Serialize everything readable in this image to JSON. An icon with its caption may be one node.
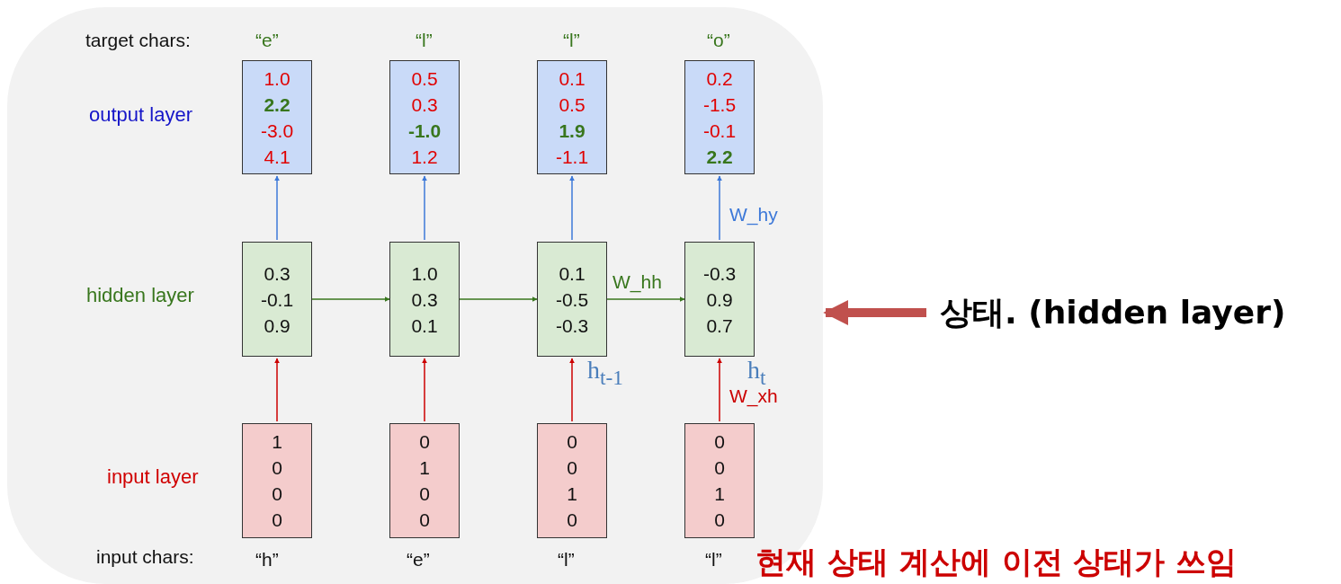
{
  "diagram": {
    "nodes": [
      {
        "text": [
          "1.0",
          "**2.2**",
          "-3.0",
          "4.1"
        ]
      },
      {
        "text": [
          "0.5",
          "0.3",
          "**-1.0**",
          "1.2"
        ]
      },
      {
        "text": [
          "0.1",
          "0.5",
          "**1.9**",
          "-1.1"
        ]
      },
      {
        "text": [
          "0.2",
          "-1.5",
          "-0.1",
          "**2.2**"
        ]
      },
      {
        "text": [
          "0.3",
          "-0.1",
          "0.9"
        ]
      },
      {
        "text": [
          "1.0",
          "0.3",
          "0.1"
        ]
      },
      {
        "text": [
          "0.1",
          "-0.5",
          "-0.3"
        ]
      },
      {
        "text": [
          "-0.3",
          "0.9",
          "0.7"
        ]
      },
      {
        "text": [
          "1",
          "0",
          "0",
          "0"
        ]
      },
      {
        "text": [
          "0",
          "1",
          "0",
          "0"
        ]
      },
      {
        "text": [
          "0",
          "0",
          "1",
          "0"
        ]
      },
      {
        "text": [
          "0",
          "0",
          "1",
          "0"
        ]
      },
      {
        "text": [
          "상태. (hidden layer)"
        ]
      }
    ],
    "edges": [
      {
        "from": 8,
        "to": 4,
        "arrow": "to",
        "color": "#cc0000"
      },
      {
        "from": 9,
        "to": 5,
        "arrow": "to",
        "color": "#cc0000"
      },
      {
        "from": 10,
        "to": 6,
        "arrow": "to",
        "color": "#cc0000"
      },
      {
        "from": 11,
        "to": 7,
        "arrow": "to",
        "color": "#cc0000",
        "label": "W_xh"
      },
      {
        "from": 4,
        "to": 0,
        "arrow": "to",
        "color": "#3c78d8"
      },
      {
        "from": 5,
        "to": 1,
        "arrow": "to",
        "color": "#3c78d8"
      },
      {
        "from": 6,
        "to": 2,
        "arrow": "to",
        "color": "#3c78d8"
      },
      {
        "from": 7,
        "to": 3,
        "arrow": "to",
        "color": "#3c78d8",
        "label": "W_hy"
      },
      {
        "from": 4,
        "to": 5,
        "arrow": "to",
        "color": "#38761d"
      },
      {
        "from": 5,
        "to": 6,
        "arrow": "to",
        "color": "#38761d"
      },
      {
        "from": 6,
        "to": 7,
        "arrow": "to",
        "color": "#38761d",
        "label": "W_hh"
      },
      {
        "from": 12,
        "to": null,
        "arrow": "to",
        "color": "#c0504d",
        "style": "thick"
      }
    ],
    "labels": [
      "target chars:",
      "“e”",
      "“l”",
      "“l”",
      "“o”",
      "output layer",
      "hidden layer",
      "input layer",
      "input chars:",
      "“h”",
      "“e”",
      "“l”",
      "“l”",
      "h$_{t-1}$",
      "h$_{t}$",
      "현재 상태 계산에 이전 상태가 쓰임"
    ]
  }
}
